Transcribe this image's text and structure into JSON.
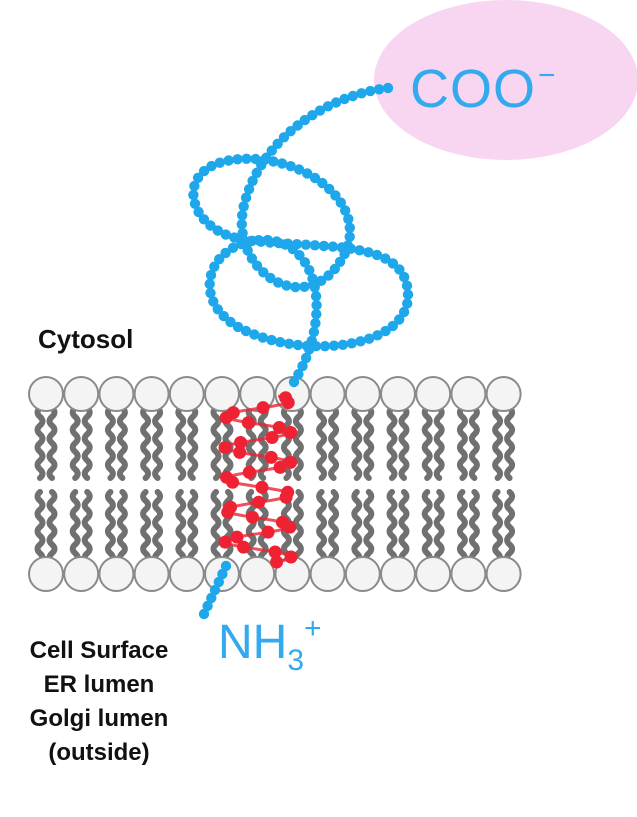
{
  "labels": {
    "cytosol": "Cytosol",
    "outside_lines": [
      "Cell Surface",
      "ER lumen",
      "Golgi lumen",
      "(outside)"
    ]
  },
  "termini": {
    "c_terminus": {
      "base": "COO",
      "charge": "−"
    },
    "n_terminus": {
      "base": "NH",
      "subscript": "3",
      "charge": "+"
    }
  },
  "colors": {
    "chain": "#1ea7ea",
    "helix": "#ee2233",
    "lipid_head_fill": "#f4f4f4",
    "lipid_head_stroke": "#8a8a8a",
    "lipid_tail": "#707070",
    "c_terminus_region": "#f8d6f2",
    "label_text": "#111111"
  }
}
